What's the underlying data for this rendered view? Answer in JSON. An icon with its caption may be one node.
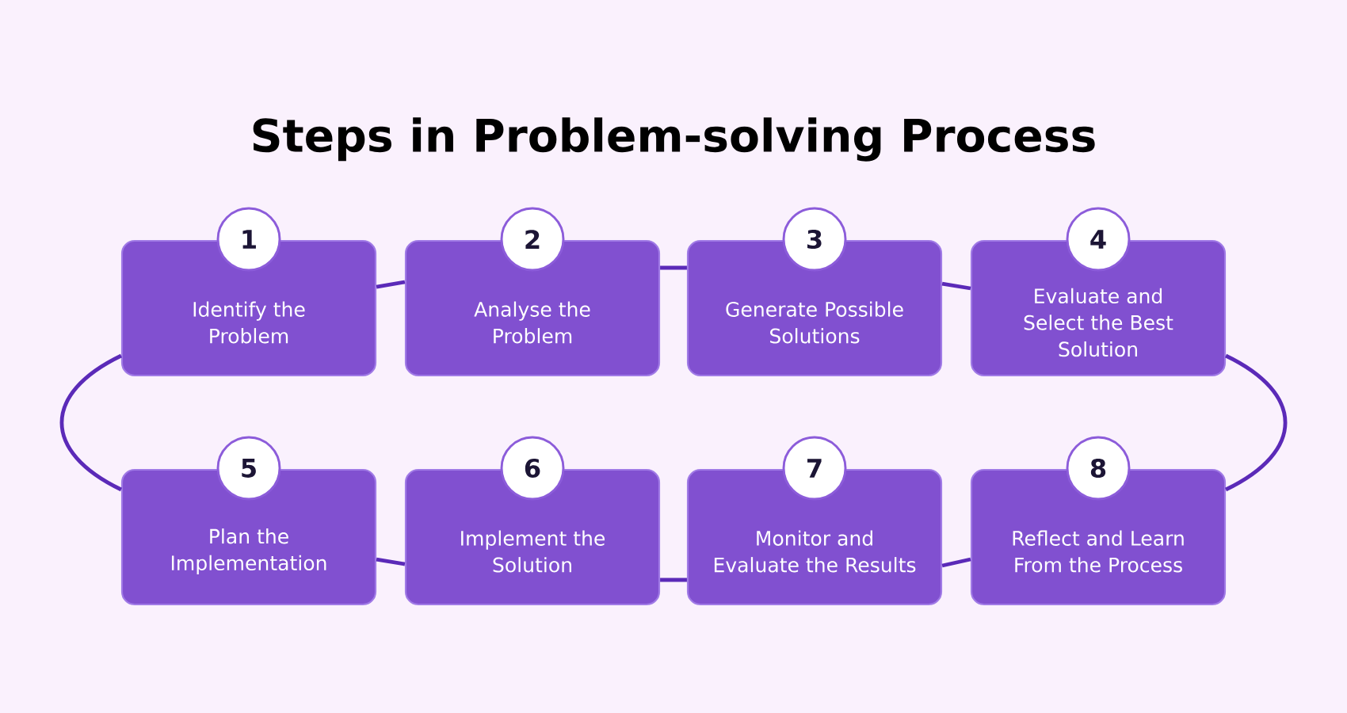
{
  "diagram": {
    "title": "Steps in Problem-solving Process",
    "nodes": [
      {
        "text": [
          "1",
          "Identify the Problem"
        ]
      },
      {
        "text": [
          "2",
          "Analyse the Problem"
        ]
      },
      {
        "text": [
          "3",
          "Generate Possible Solutions"
        ]
      },
      {
        "text": [
          "4",
          "Evaluate and Select the Best Solution"
        ]
      },
      {
        "text": [
          "5",
          "Plan the Implementation"
        ]
      },
      {
        "text": [
          "6",
          "Implement the Solution"
        ]
      },
      {
        "text": [
          "7",
          "Monitor and Evaluate the Results"
        ]
      },
      {
        "text": [
          "8",
          "Reflect and Learn From the Process"
        ]
      }
    ],
    "edges": [
      {
        "from": 0,
        "to": 1,
        "arrow": "none"
      },
      {
        "from": 1,
        "to": 2,
        "arrow": "none"
      },
      {
        "from": 2,
        "to": 3,
        "arrow": "none"
      },
      {
        "from": 3,
        "to": 7,
        "arrow": "none"
      },
      {
        "from": 4,
        "to": 5,
        "arrow": "none"
      },
      {
        "from": 5,
        "to": 6,
        "arrow": "none"
      },
      {
        "from": 6,
        "to": 7,
        "arrow": "none"
      },
      {
        "from": 0,
        "to": 4,
        "arrow": "none"
      }
    ]
  }
}
